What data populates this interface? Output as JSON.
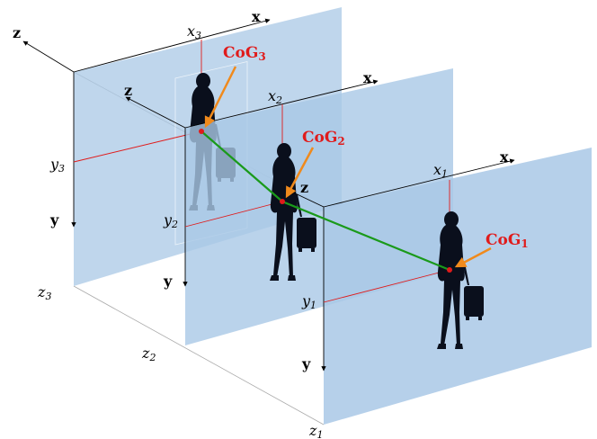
{
  "axes": {
    "x": "x",
    "y": "y",
    "z": "z"
  },
  "planes": [
    {
      "id": 3,
      "x_label": "x",
      "x_sub": "3",
      "y_label": "y",
      "y_sub": "3",
      "z_label": "z",
      "z_sub": "3",
      "cog_label": "CoG",
      "cog_sub": "3"
    },
    {
      "id": 2,
      "x_label": "x",
      "x_sub": "2",
      "y_label": "y",
      "y_sub": "2",
      "z_label": "z",
      "z_sub": "2",
      "cog_label": "CoG",
      "cog_sub": "2"
    },
    {
      "id": 1,
      "x_label": "x",
      "x_sub": "1",
      "y_label": "y",
      "y_sub": "1",
      "z_label": "z",
      "z_sub": "1",
      "cog_label": "CoG",
      "cog_sub": "1"
    }
  ],
  "colors": {
    "plane_fill": "#a9c8e6",
    "trajectory": "#1a9a1a",
    "cog_point": "#e01b1b",
    "cog_arrow": "#f08a1c",
    "guide_line": "#e01b1b"
  }
}
